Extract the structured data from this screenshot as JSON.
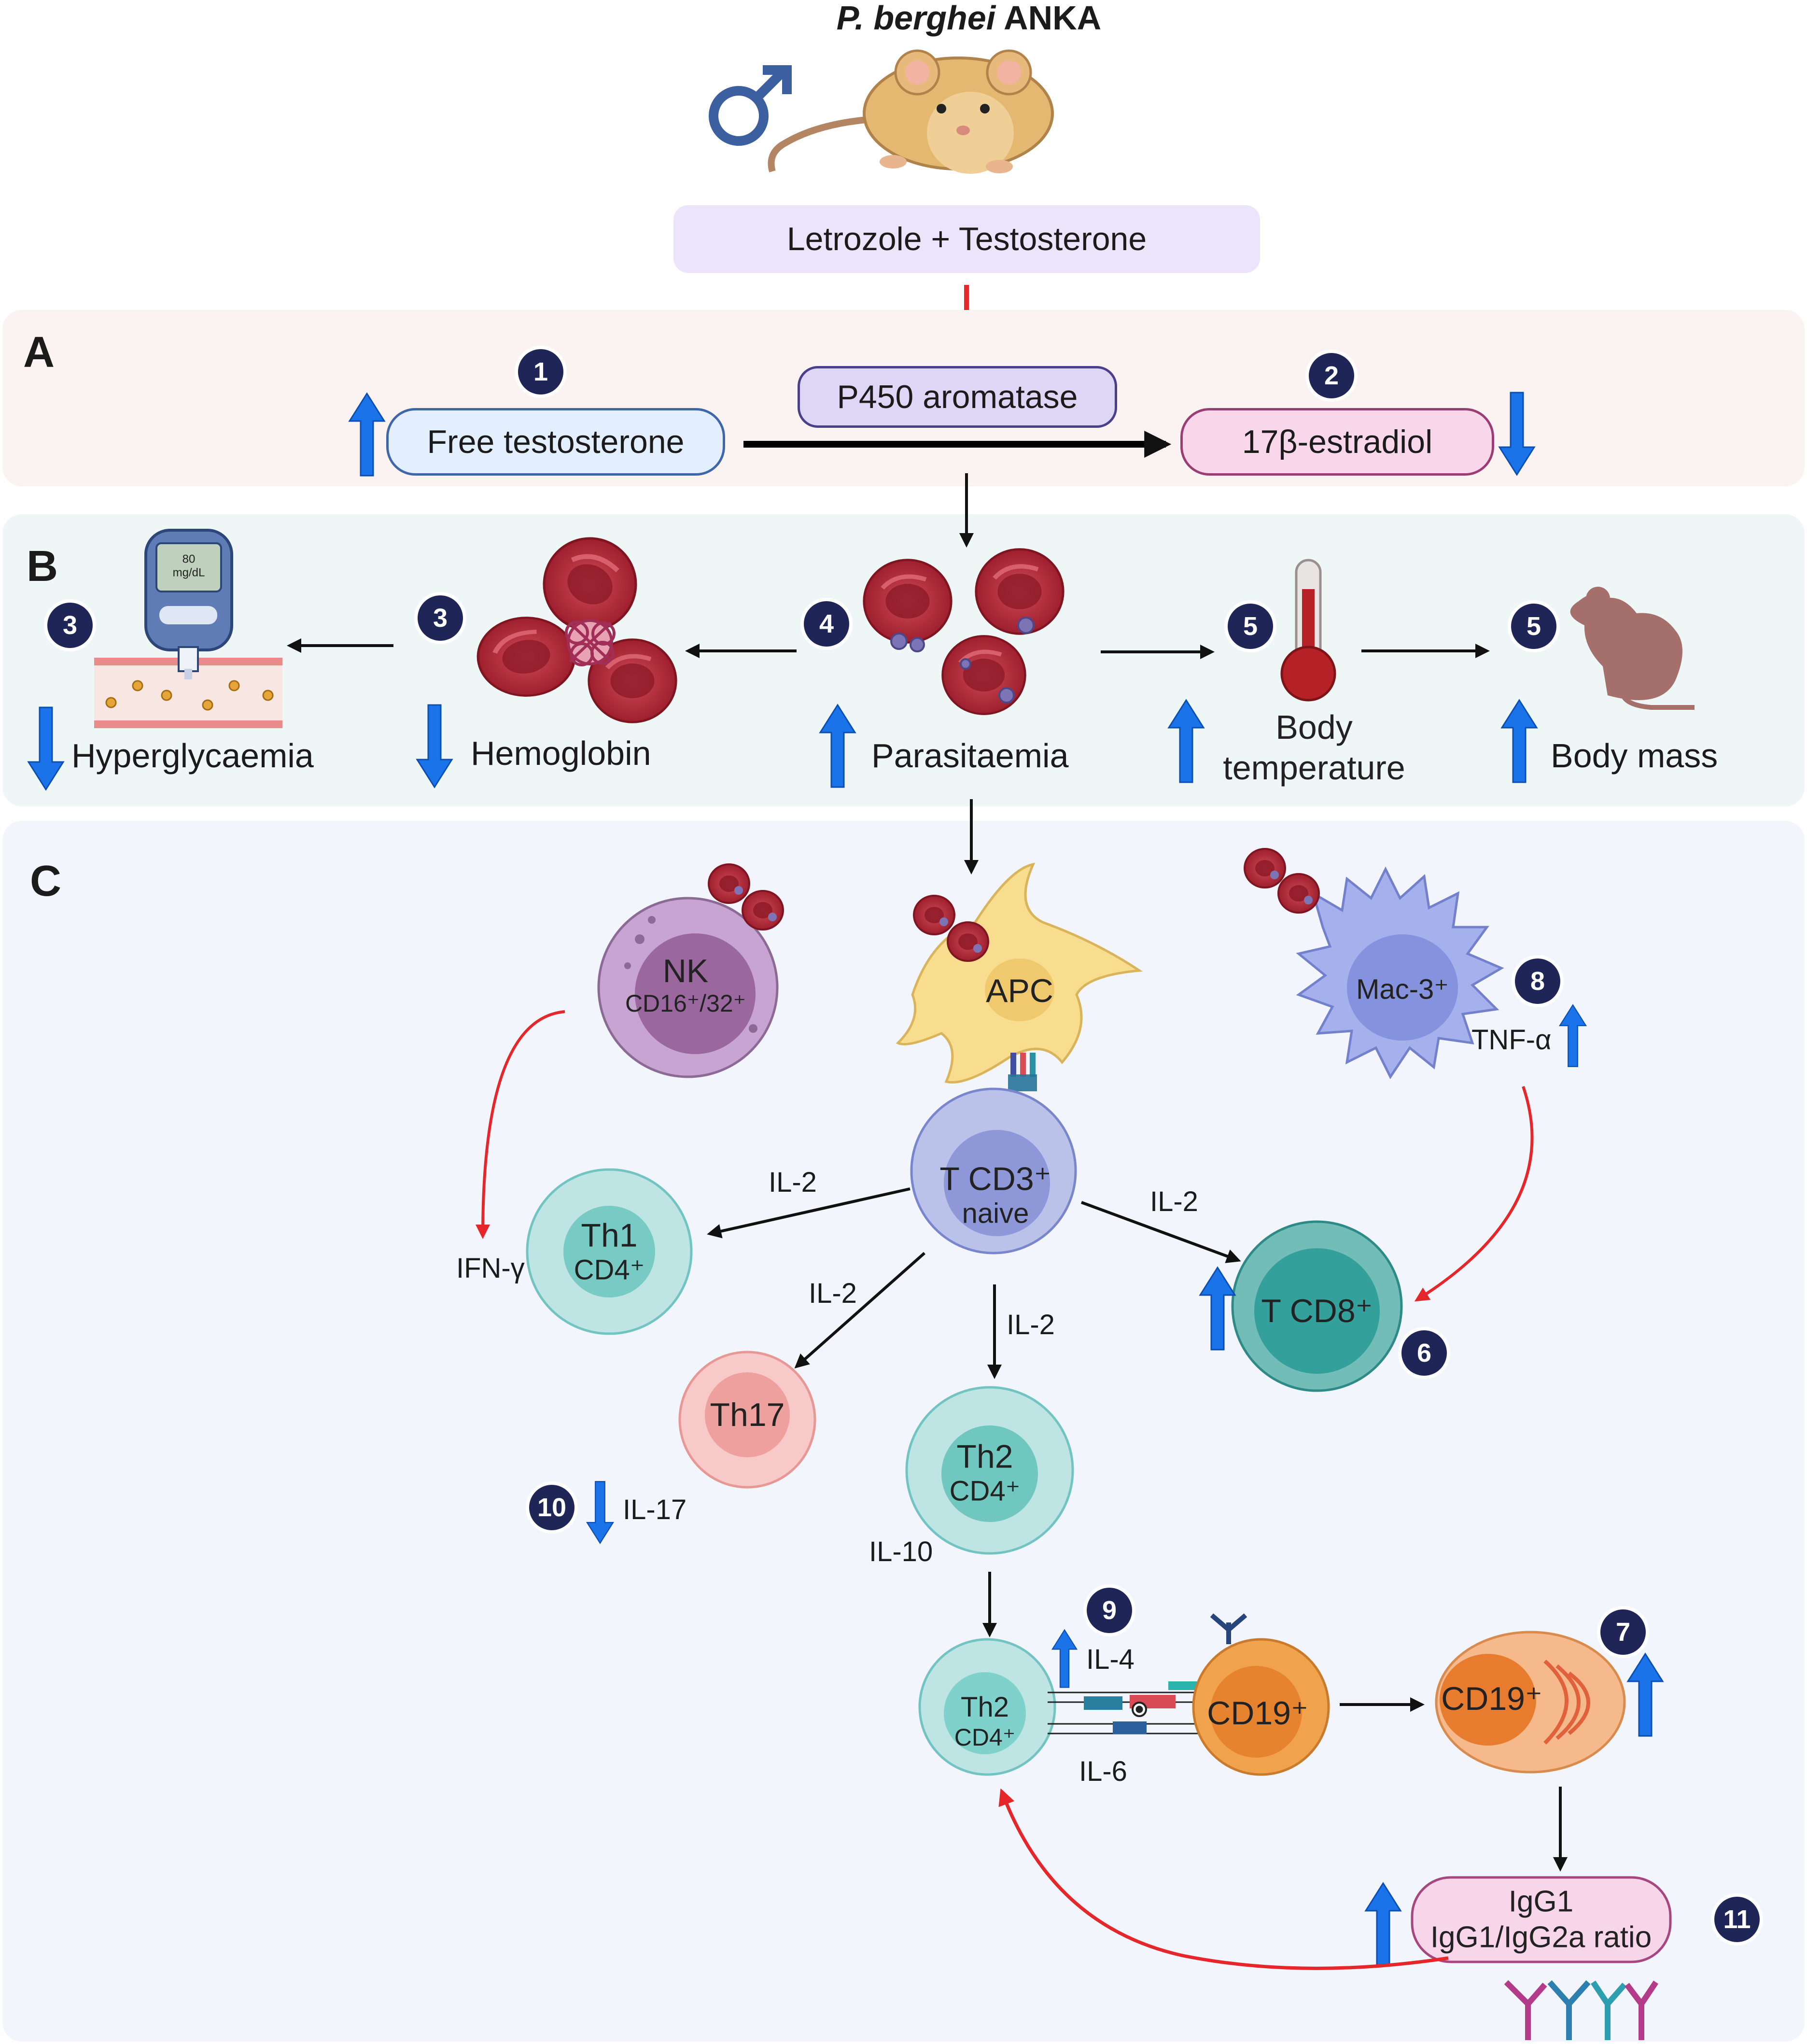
{
  "header": {
    "species_italic": "P. berghei",
    "strain": "ANKA",
    "sex_symbol": "♂",
    "treatment": "Letrozole + Testosterone"
  },
  "panel_a": {
    "letter": "A",
    "aromatase": "P450 aromatase",
    "free_testosterone": "Free testosterone",
    "estradiol": "17β-estradiol",
    "badge_1": "1",
    "badge_2": "2"
  },
  "panel_b": {
    "letter": "B",
    "glucometer_reading": "80",
    "glucometer_unit": "mg/dL",
    "hyperglycaemia": "Hyperglycaemia",
    "hemoglobin": "Hemoglobin",
    "parasitaemia": "Parasitaemia",
    "body_temperature_1": "Body",
    "body_temperature_2": "temperature",
    "body_mass": "Body mass",
    "badge_3a": "3",
    "badge_3b": "3",
    "badge_4": "4",
    "badge_5a": "5",
    "badge_5b": "5"
  },
  "panel_c": {
    "letter": "C",
    "nk": "NK",
    "nk_marker": "CD16⁺/32⁺",
    "apc": "APC",
    "mac": "Mac-3⁺",
    "tnf": "TNF-α",
    "t_naive_1": "T CD3⁺",
    "t_naive_2": "naive",
    "th1": "Th1",
    "cd4": "CD4⁺",
    "th17": "Th17",
    "th2": "Th2",
    "tcd8": "T CD8⁺",
    "il2": "IL-2",
    "ifn": "IFN-γ",
    "il17": "IL-17",
    "il10": "IL-10",
    "il4": "IL-4",
    "il6": "IL-6",
    "cd19": "CD19⁺",
    "igg1": "IgG1",
    "igg_ratio": "IgG1/IgG2a ratio",
    "badge_6": "6",
    "badge_7": "7",
    "badge_8": "8",
    "badge_9": "9",
    "badge_10": "10",
    "badge_11": "11"
  },
  "colors": {
    "panel_a_bg": "#fbf3f1",
    "panel_b_bg": "#eef7f6",
    "panel_c_bg": "#f2f5fc",
    "badge": "#1f2556",
    "up_down_arrow": "#1a73e8",
    "inhibit_red": "#e5262a",
    "rbc": "#b5303e",
    "nk": "#a372ac",
    "apc": "#f7dd8d",
    "mac": "#8f9be1",
    "t_naive": "#8e98d8",
    "th_cells": "#7fd2cc",
    "th17": "#f3a2a3",
    "t_cd8": "#3aa29e",
    "b_cell": "#e88b36",
    "plasma": "#e87c2e"
  },
  "icons": [
    "male-symbol-icon",
    "mouse-icon",
    "glucometer-icon",
    "blood-vessel-icon",
    "red-blood-cell-icon",
    "infected-rbc-icon",
    "thermometer-icon",
    "small-mouse-icon",
    "antibody-icon",
    "up-arrow-icon",
    "down-arrow-icon",
    "inhibition-icon"
  ]
}
